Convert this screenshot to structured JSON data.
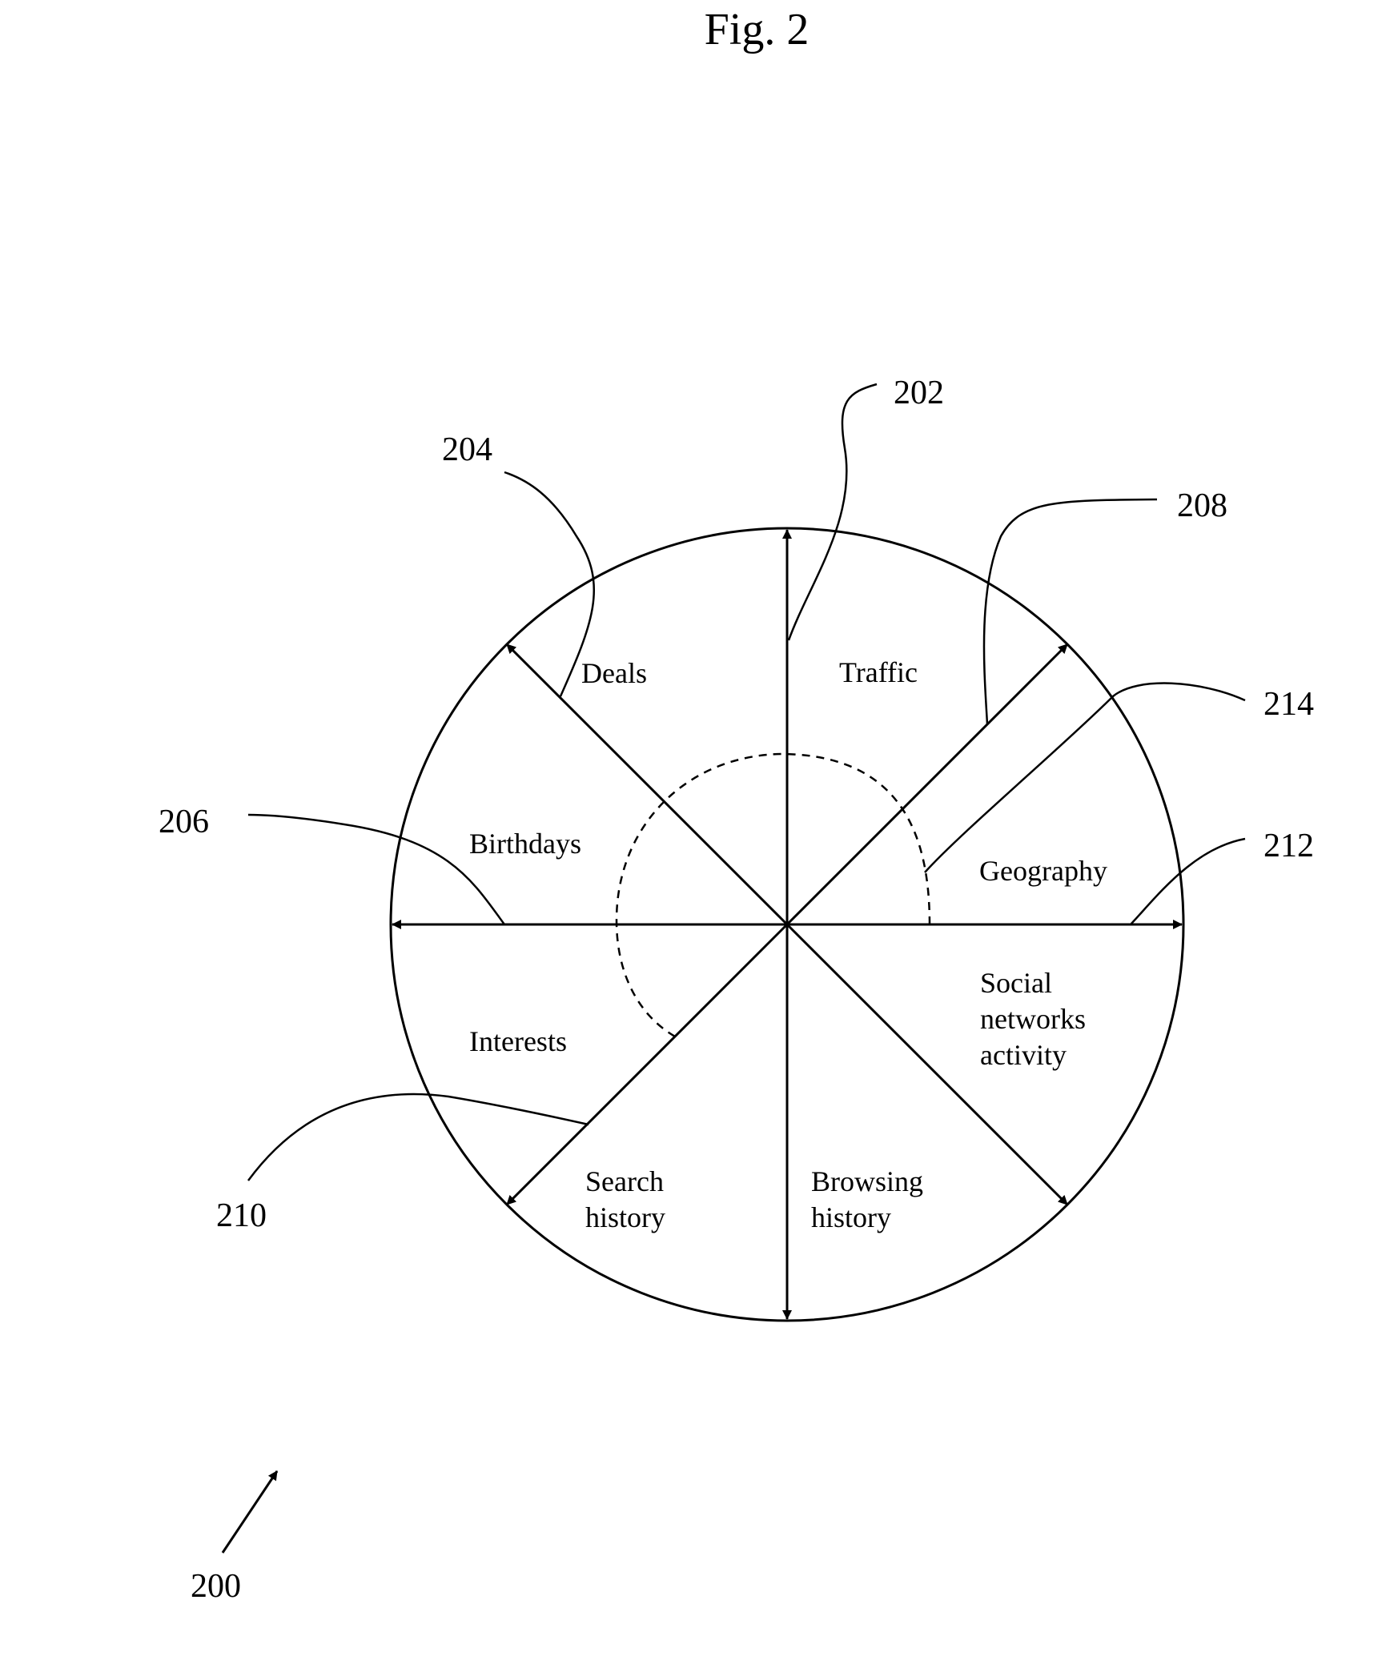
{
  "figure": {
    "title": "Fig. 2",
    "figure_ref": "200",
    "references": {
      "r202": "202",
      "r204": "204",
      "r206": "206",
      "r208": "208",
      "r210": "210",
      "r212": "212",
      "r214": "214"
    },
    "sectors": {
      "deals": "Deals",
      "traffic": "Traffic",
      "birthdays": "Birthdays",
      "geography": "Geography",
      "interests": "Interests",
      "social": [
        "Social",
        "networks",
        "activity"
      ],
      "search": [
        "Search",
        "history"
      ],
      "browsing": [
        "Browsing",
        "history"
      ]
    }
  }
}
